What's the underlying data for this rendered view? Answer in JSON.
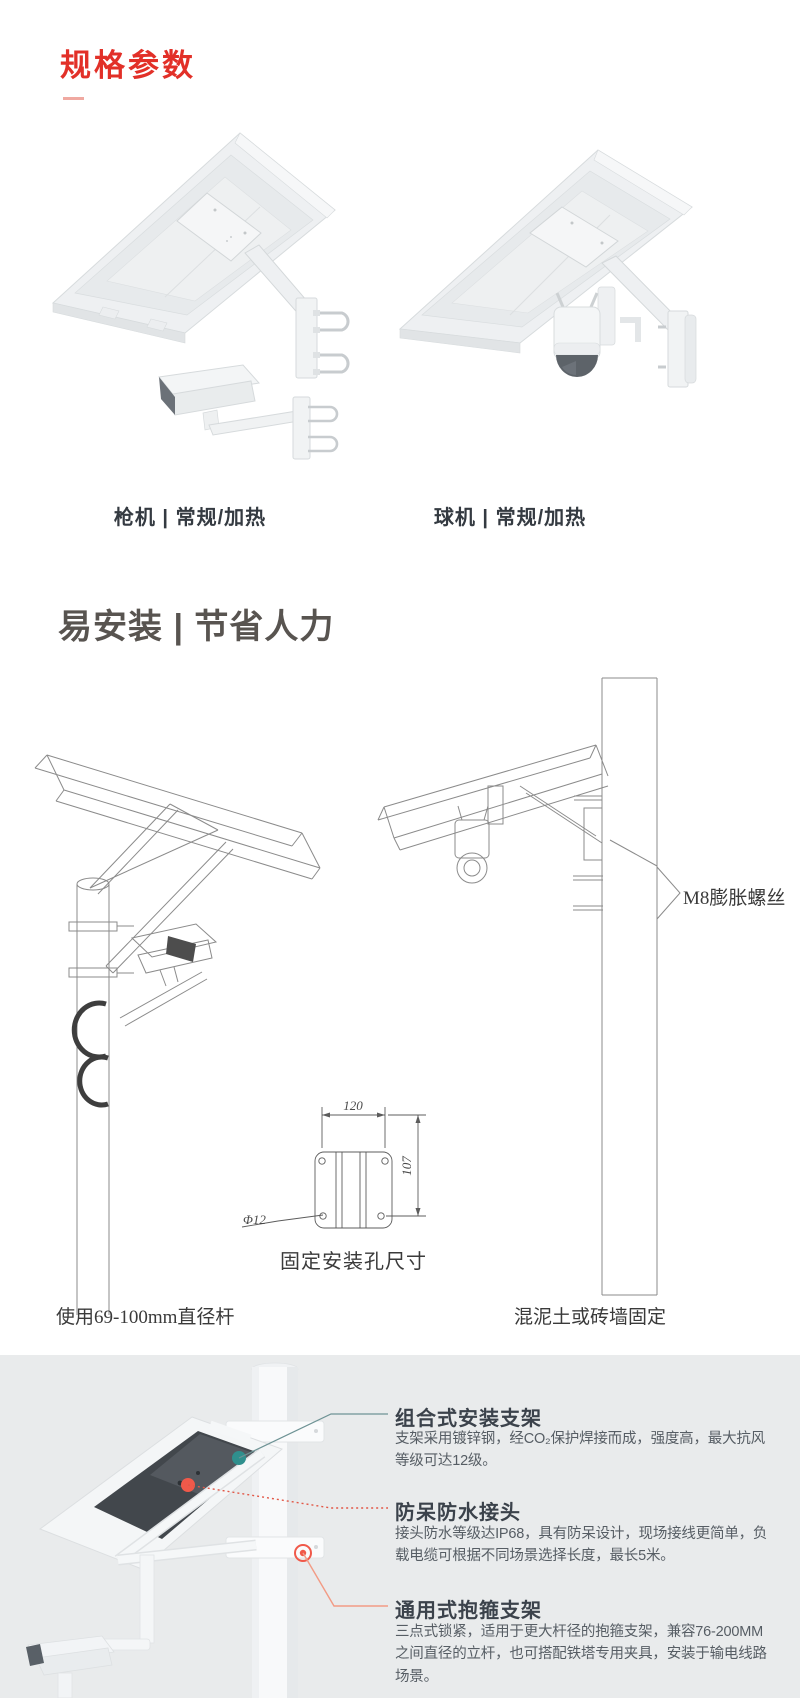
{
  "spec": {
    "heading": "规格参数",
    "captions": {
      "left": "枪机 | 常规/加热",
      "right": "球机 | 常规/加热"
    }
  },
  "install": {
    "heading": "易安装 | 节省人力",
    "screw_label": "M8膨胀螺丝",
    "dims": {
      "width": "120",
      "height": "107",
      "hole": "Φ12",
      "caption": "固定安装孔尺寸"
    },
    "pole_caption": "使用69-100mm直径杆",
    "wall_caption": "混泥土或砖墙固定"
  },
  "features": {
    "items": [
      {
        "title": "组合式安装支架",
        "desc": "支架采用镀锌钢，经CO₂保护焊接而成，强度高，最大抗风等级可达12级。"
      },
      {
        "title": "防呆防水接头",
        "desc": "接头防水等级达IP68，具有防呆设计，现场接线更简单，负载电缆可根据不同场景选择长度，最长5米。"
      },
      {
        "title": "通用式抱箍支架",
        "desc": "三点式锁紧，适用于更大杆径的抱箍支架，兼容76-200MM之间直径的立杆，也可搭配铁塔专用夹具，安装于输电线路场景。"
      }
    ]
  },
  "colors": {
    "accent_red": "#e23028",
    "underline_salmon": "#f0a9a1",
    "heading_gray": "#585450",
    "section_bg": "#e9ebec",
    "teal_dot": "#2f8f8d",
    "red_dot": "#f0594a",
    "leader_teal": "#6e9395",
    "leader_red_dotted": "#e25847",
    "leader_salmon": "#f29b85"
  }
}
